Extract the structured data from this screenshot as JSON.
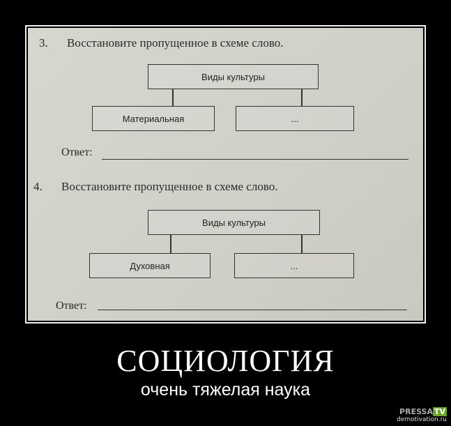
{
  "photo": {
    "q3": {
      "number": "3.",
      "text": "Восстановите пропущенное в схеме слово.",
      "root": "Виды культуры",
      "left": "Материальная",
      "right": "...",
      "answer_label": "Ответ:"
    },
    "q4": {
      "number": "4.",
      "text": "Восстановите пропущенное в схеме слово.",
      "root": "Виды культуры",
      "left": "Духовная",
      "right": "...",
      "answer_label": "Ответ:"
    }
  },
  "caption": {
    "title": "СОЦИОЛОГИЯ",
    "subtitle": "очень тяжелая наука"
  },
  "watermark": {
    "brand_a": "PRESSA",
    "brand_b": "TV",
    "site": "demotivation.ru"
  }
}
